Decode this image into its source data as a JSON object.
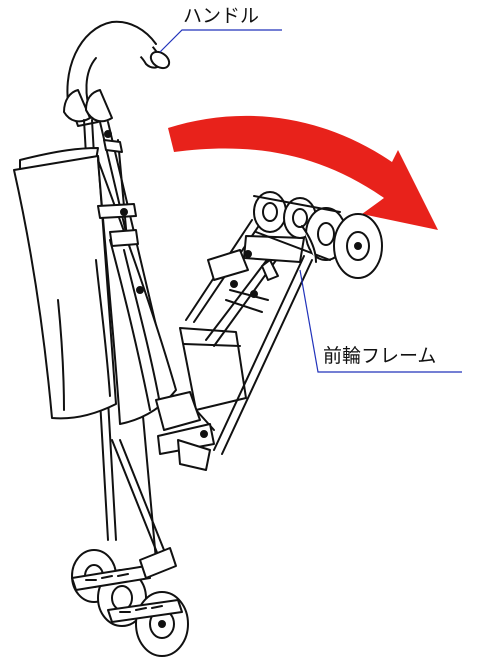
{
  "labels": {
    "handle": "ハンドル",
    "front_wheel_frame": "前輪フレーム"
  },
  "colors": {
    "arrow": "#e8221b",
    "leader_line": "#2233bb",
    "line_art": "#111111"
  },
  "icons": {
    "arrow": "curved-rotation-arrow",
    "illustration": "folded-stroller"
  }
}
